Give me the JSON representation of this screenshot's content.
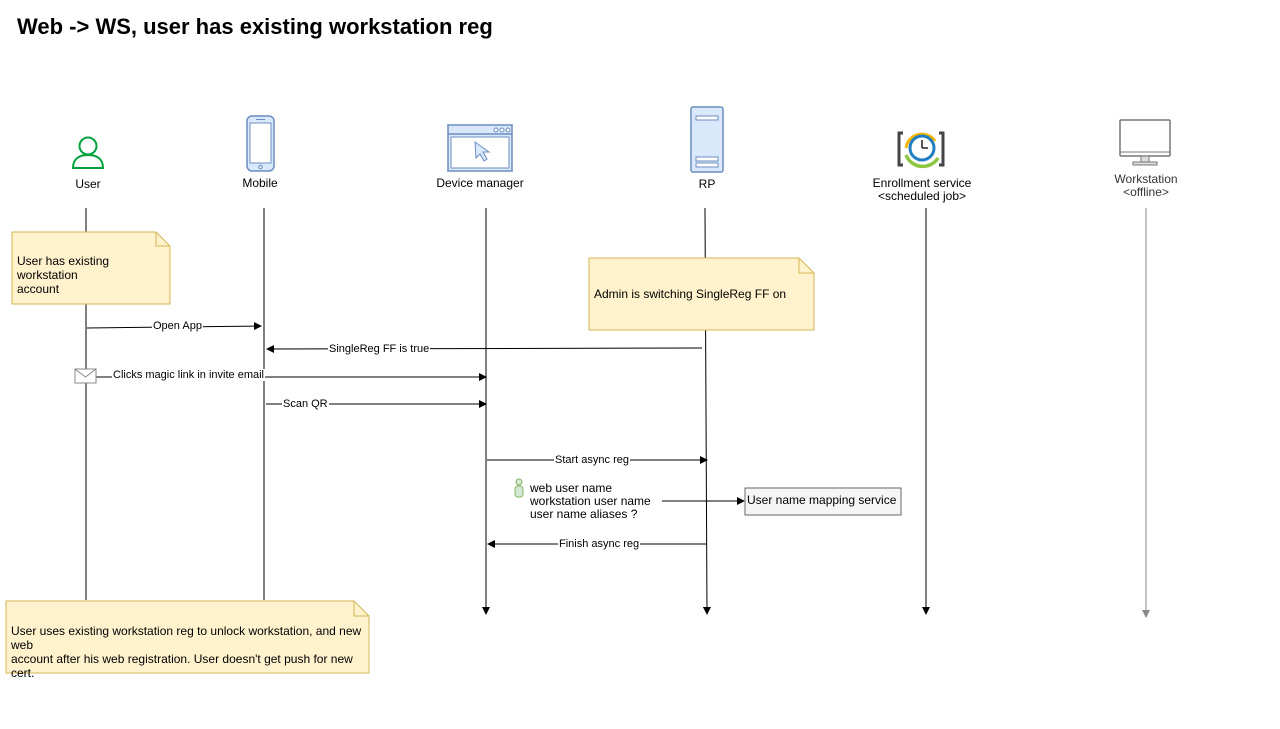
{
  "title": "Web -> WS, user has existing workstation reg",
  "actors": [
    {
      "name": "User",
      "sub": ""
    },
    {
      "name": "Mobile",
      "sub": ""
    },
    {
      "name": "Device manager",
      "sub": ""
    },
    {
      "name": "RP",
      "sub": ""
    },
    {
      "name": "Enrollment service",
      "sub": "<scheduled job>"
    },
    {
      "name": "Workstation",
      "sub": "<offline>"
    }
  ],
  "notes": {
    "existing_account": [
      "User has existing workstation",
      "account"
    ],
    "admin_switch": [
      "Admin is switching SingleReg FF on"
    ],
    "conclusion": [
      "User uses existing workstation reg to unlock workstation, and new web",
      "account after his web registration. User doesn't get push for new cert."
    ]
  },
  "messages": {
    "open_app": "Open App",
    "singlereg_true": "SingleReg FF is true",
    "magic_link": "Clicks magic link in invite email",
    "scan_qr": "Scan QR",
    "start_async": "Start async reg",
    "finish_async": "Finish async reg"
  },
  "mapping_info": [
    "web user name",
    "workstation  user name",
    "user name aliases ?"
  ],
  "mapping_service": "User name mapping service",
  "colors": {
    "note_fill": "#fff2cc",
    "note_stroke": "#d6b656",
    "actor_green": "#00a33a",
    "device_blue": "#6c8ebf",
    "server_fill": "#dae8fc",
    "line": "#000000",
    "offline_line": "#888888"
  },
  "icons": {
    "user": "user-icon",
    "mobile": "mobile-phone-icon",
    "device_manager": "browser-window-icon",
    "rp": "server-icon",
    "enrollment": "scheduled-clock-icon",
    "workstation": "monitor-icon",
    "email": "envelope-icon",
    "person": "person-icon"
  }
}
